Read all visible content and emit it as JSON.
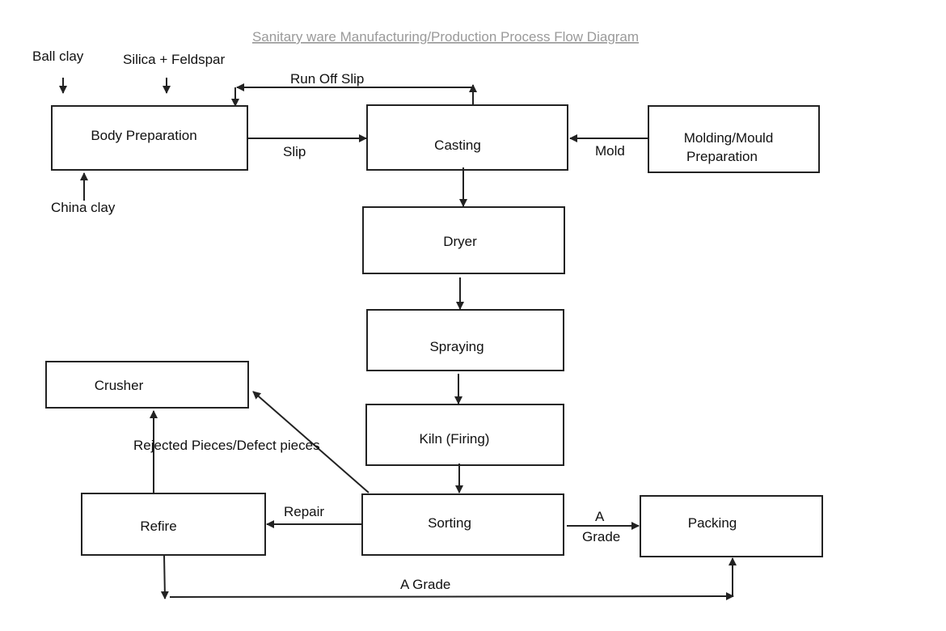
{
  "title": "Sanitary ware Manufacturing/Production Process Flow Diagram",
  "inputs": {
    "ball_clay": "Ball clay",
    "silica_feldspar": "Silica + Feldspar",
    "china_clay": "China clay"
  },
  "nodes": {
    "body_preparation": "Body Preparation",
    "casting": "Casting",
    "molding_line1": "Molding/Mould",
    "molding_line2": "Preparation",
    "dryer": "Dryer",
    "spraying": "Spraying",
    "kiln": "Kiln (Firing)",
    "sorting": "Sorting",
    "crusher": "Crusher",
    "refire": "Refire",
    "packing": "Packing"
  },
  "edges": {
    "run_off_slip": "Run Off Slip",
    "slip": "Slip",
    "mold": "Mold",
    "rejected": "Rejected Pieces/Defect pieces",
    "repair": "Repair",
    "a_grade_top": "A",
    "a_grade_bottom": "Grade",
    "a_grade_refire": "A Grade"
  }
}
